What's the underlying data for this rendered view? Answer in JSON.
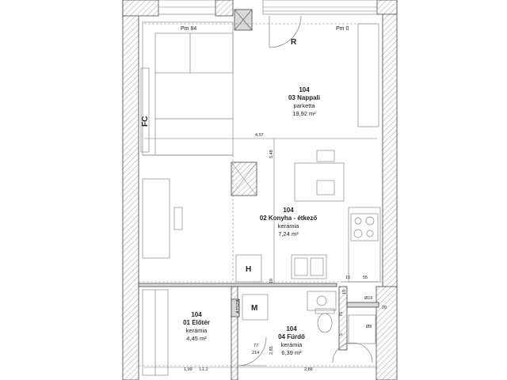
{
  "rooms": [
    {
      "id": "nappali",
      "number": "104",
      "name": "03 Nappali",
      "material": "parketta",
      "area": "19,92 m²"
    },
    {
      "id": "konyha",
      "number": "104",
      "name": "02 Konyha - étkező",
      "material": "kerámia",
      "area": "7,24 m²"
    },
    {
      "id": "eloter",
      "number": "104",
      "name": "01 Előtér",
      "material": "kerámia",
      "area": "4,45 m²"
    },
    {
      "id": "furdo",
      "number": "104",
      "name": "04 Fürdő",
      "material": "kerámia",
      "area": "6,39 m²"
    }
  ],
  "labels": {
    "pm84": "Pm 84",
    "pm0": "Pm 0",
    "fc": "FC",
    "r": "R",
    "h": "H",
    "m": "M",
    "l12": "L1.2",
    "phi16": "Ø16",
    "phi8": "Ø8",
    "flag": "ÁTSZÁ"
  },
  "dimensions": {
    "d497": "4,97",
    "d548": "5,48",
    "d10": "10",
    "d15a": "15",
    "d55": "55",
    "d15b": "15",
    "d20": "20",
    "d75": "75",
    "d5": "5",
    "d77": "77",
    "d214": "214",
    "d285": "2,85",
    "d199": "1,99",
    "d288": "2,88"
  }
}
